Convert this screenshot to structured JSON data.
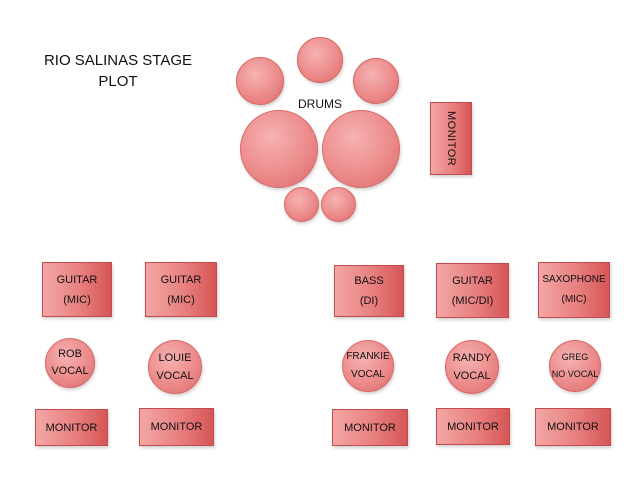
{
  "title": "RIO SALINAS STAGE\nPLOT",
  "drums": {
    "label": "DRUMS"
  },
  "side_monitor": {
    "label": "MONITOR"
  },
  "amps": [
    {
      "label": "GUITAR\n(MIC)"
    },
    {
      "label": "GUITAR\n(MIC)"
    },
    {
      "label": "BASS\n(DI)"
    },
    {
      "label": "GUITAR\n(MIC/DI)"
    },
    {
      "label": "SAXOPHONE\n(MIC)"
    }
  ],
  "vocals": [
    {
      "label": "ROB\nVOCAL"
    },
    {
      "label": "LOUIE\nVOCAL"
    },
    {
      "label": "FRANKIE\nVOCAL"
    },
    {
      "label": "RANDY\nVOCAL"
    },
    {
      "label": "GREG\nNO VOCAL"
    }
  ],
  "monitors": [
    {
      "label": "MONITOR"
    },
    {
      "label": "MONITOR"
    },
    {
      "label": "MONITOR"
    },
    {
      "label": "MONITOR"
    },
    {
      "label": "MONITOR"
    }
  ]
}
